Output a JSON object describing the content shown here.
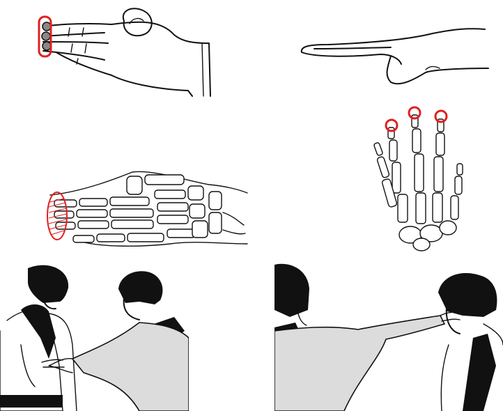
{
  "figure": {
    "panels": [
      {
        "id": "p1",
        "subject": "fingertips-strike-hand-top-view"
      },
      {
        "id": "p2",
        "subject": "fingertips-strike-hand-side-view"
      },
      {
        "id": "p3",
        "subject": "hand-bones-top-view"
      },
      {
        "id": "p4",
        "subject": "hand-bones-upright-view"
      },
      {
        "id": "p5",
        "subject": "fingertip-thrust-to-abdomen"
      },
      {
        "id": "p6",
        "subject": "fingertip-thrust-to-eyes"
      }
    ]
  },
  "colors": {
    "ink": "#111111",
    "highlight": "#e02020",
    "uniform_shade": "#dcdcdc",
    "belt": "#111111",
    "background": "#ffffff"
  }
}
